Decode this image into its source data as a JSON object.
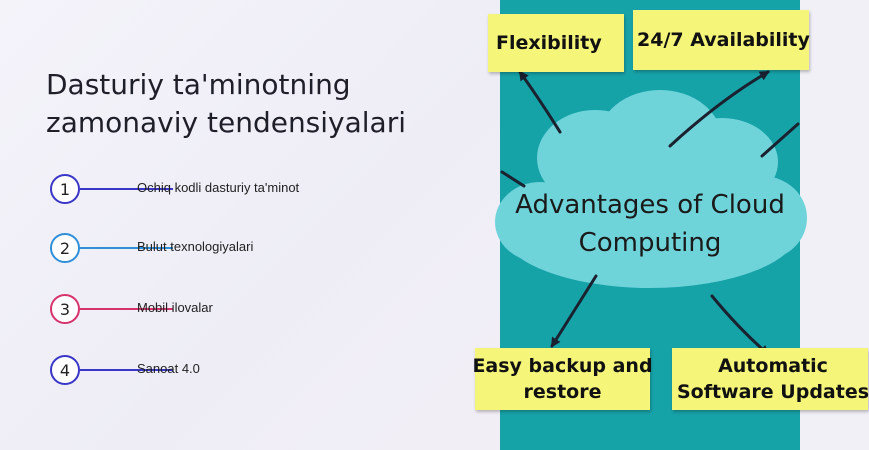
{
  "slide": {
    "title_line1": "Dasturiy ta'minotning",
    "title_line2": "zamonaviy tendensiyalari",
    "items": [
      {
        "number": "1",
        "label": "Ochiq kodli dasturiy ta'minot",
        "color": "#3a36c8"
      },
      {
        "number": "2",
        "label": "Bulut texnologiyalari",
        "color": "#2f8fd8"
      },
      {
        "number": "3",
        "label": "Mobil ilovalar",
        "color": "#d6336c"
      },
      {
        "number": "4",
        "label": "Sanoat 4.0",
        "color": "#3a36c8"
      }
    ]
  },
  "image": {
    "center_line1": "Advantages of Cloud",
    "center_line2": "Computing",
    "notes": {
      "top_left": "Flexibility",
      "top_right": "24/7 Availability",
      "bottom_left_line1": "Easy backup and",
      "bottom_left_line2": "restore",
      "bottom_right_line1": "Automatic",
      "bottom_right_line2": "Software Updates"
    },
    "colors": {
      "background": "#16a3a8",
      "cloud": "#6fd3da",
      "note": "#f5f57a"
    }
  }
}
